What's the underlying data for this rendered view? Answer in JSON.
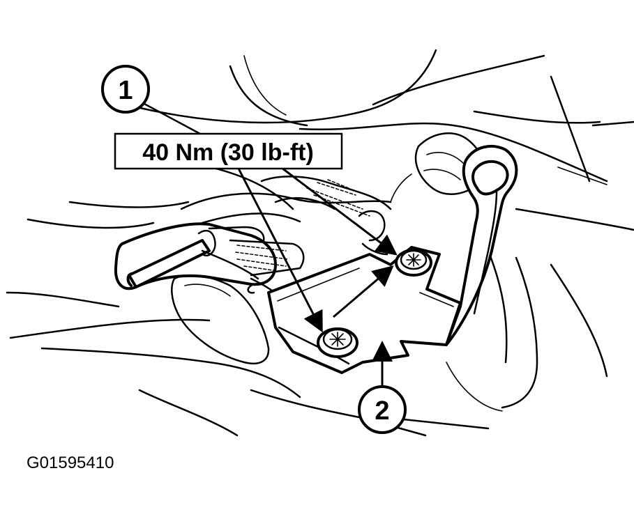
{
  "callouts": [
    {
      "number": "1"
    },
    {
      "number": "2"
    }
  ],
  "torque_label": "40 Nm (30 lb-ft)",
  "figure_id": "G01595410",
  "colors": {
    "ink": "#000000",
    "background": "#ffffff"
  }
}
